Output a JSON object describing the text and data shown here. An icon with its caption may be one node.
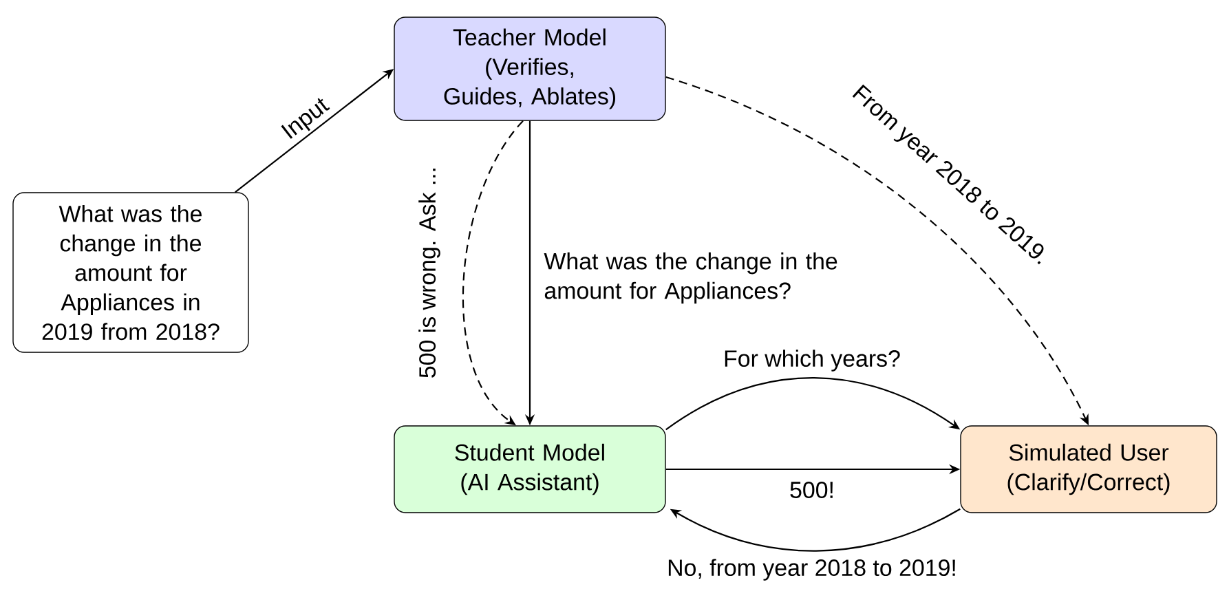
{
  "diagram": {
    "nodes": [
      {
        "text": [
          "What was the change in the amount for Appliances in 2019 from 2018?"
        ]
      },
      {
        "text": [
          "Teacher Model (Verifies, Guides, Ablates)"
        ]
      },
      {
        "text": [
          "Student Model (AI Assistant)"
        ]
      },
      {
        "text": [
          "Simulated User (Clarify/Correct)"
        ]
      }
    ],
    "edges": [
      {
        "from": 0,
        "to": 1,
        "arrow": "to",
        "label": "Input"
      },
      {
        "from": 1,
        "to": 2,
        "arrow": "to",
        "label": "What was the change in the amount for Appliances?"
      },
      {
        "from": 1,
        "to": 2,
        "arrow": "to",
        "label": "500 is wrong. Ask ...",
        "style": "dashed"
      },
      {
        "from": 1,
        "to": 3,
        "arrow": "to",
        "label": "From year 2018 to 2019.",
        "style": "dashed"
      },
      {
        "from": 2,
        "to": 3,
        "arrow": "to",
        "label": "For which years?"
      },
      {
        "from": 2,
        "to": 3,
        "arrow": "to",
        "label": "500!"
      },
      {
        "from": 3,
        "to": 2,
        "arrow": "to",
        "label": "No, from year 2018 to 2019!"
      }
    ]
  }
}
